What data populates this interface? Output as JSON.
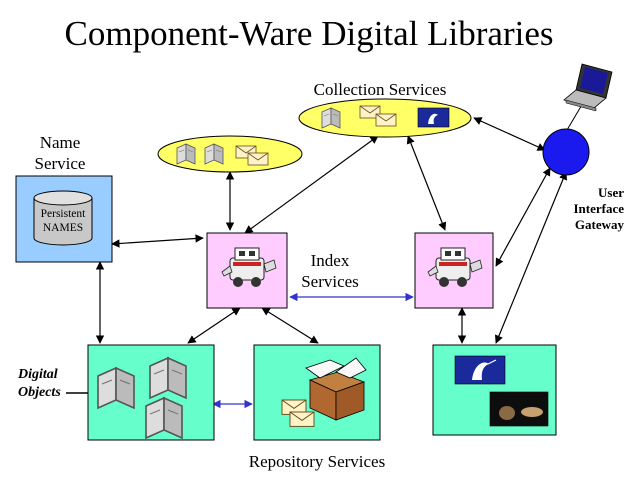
{
  "title": "Component-Ware Digital Libraries",
  "labels": {
    "collection_services": "Collection Services",
    "name_service_line1": "Name",
    "name_service_line2": "Service",
    "persistent_line1": "Persistent",
    "persistent_line2": "NAMES",
    "index_line1": "Index",
    "index_line2": "Services",
    "gateway_line1": "User",
    "gateway_line2": "Interface",
    "gateway_line3": "Gateway",
    "digital_line1": "Digital",
    "digital_line2": "Objects",
    "repository_services": "Repository Services"
  },
  "colors": {
    "ellipse_fill": "#ffff66",
    "name_box_fill": "#99ccff",
    "index_box_fill": "#ffccff",
    "repo_box_fill": "#66ffcc",
    "gateway_fill": "#1a1aee",
    "gray_arrow": "#9999cc",
    "arrow": "#000000"
  },
  "icons": {
    "ellipse_top": [
      "book-icon",
      "envelope-icon",
      "bird-photo-icon"
    ],
    "ellipse_left": [
      "book-icon",
      "book-icon",
      "envelope-icon"
    ],
    "index_robot": "robot-icon",
    "laptop": "laptop-icon",
    "repo_left": [
      "book-icon",
      "book-icon",
      "book-icon"
    ],
    "repo_mid": [
      "envelope-icon",
      "box-icon"
    ],
    "repo_right": [
      "bird-photo-icon",
      "animal-photo-icon"
    ]
  }
}
